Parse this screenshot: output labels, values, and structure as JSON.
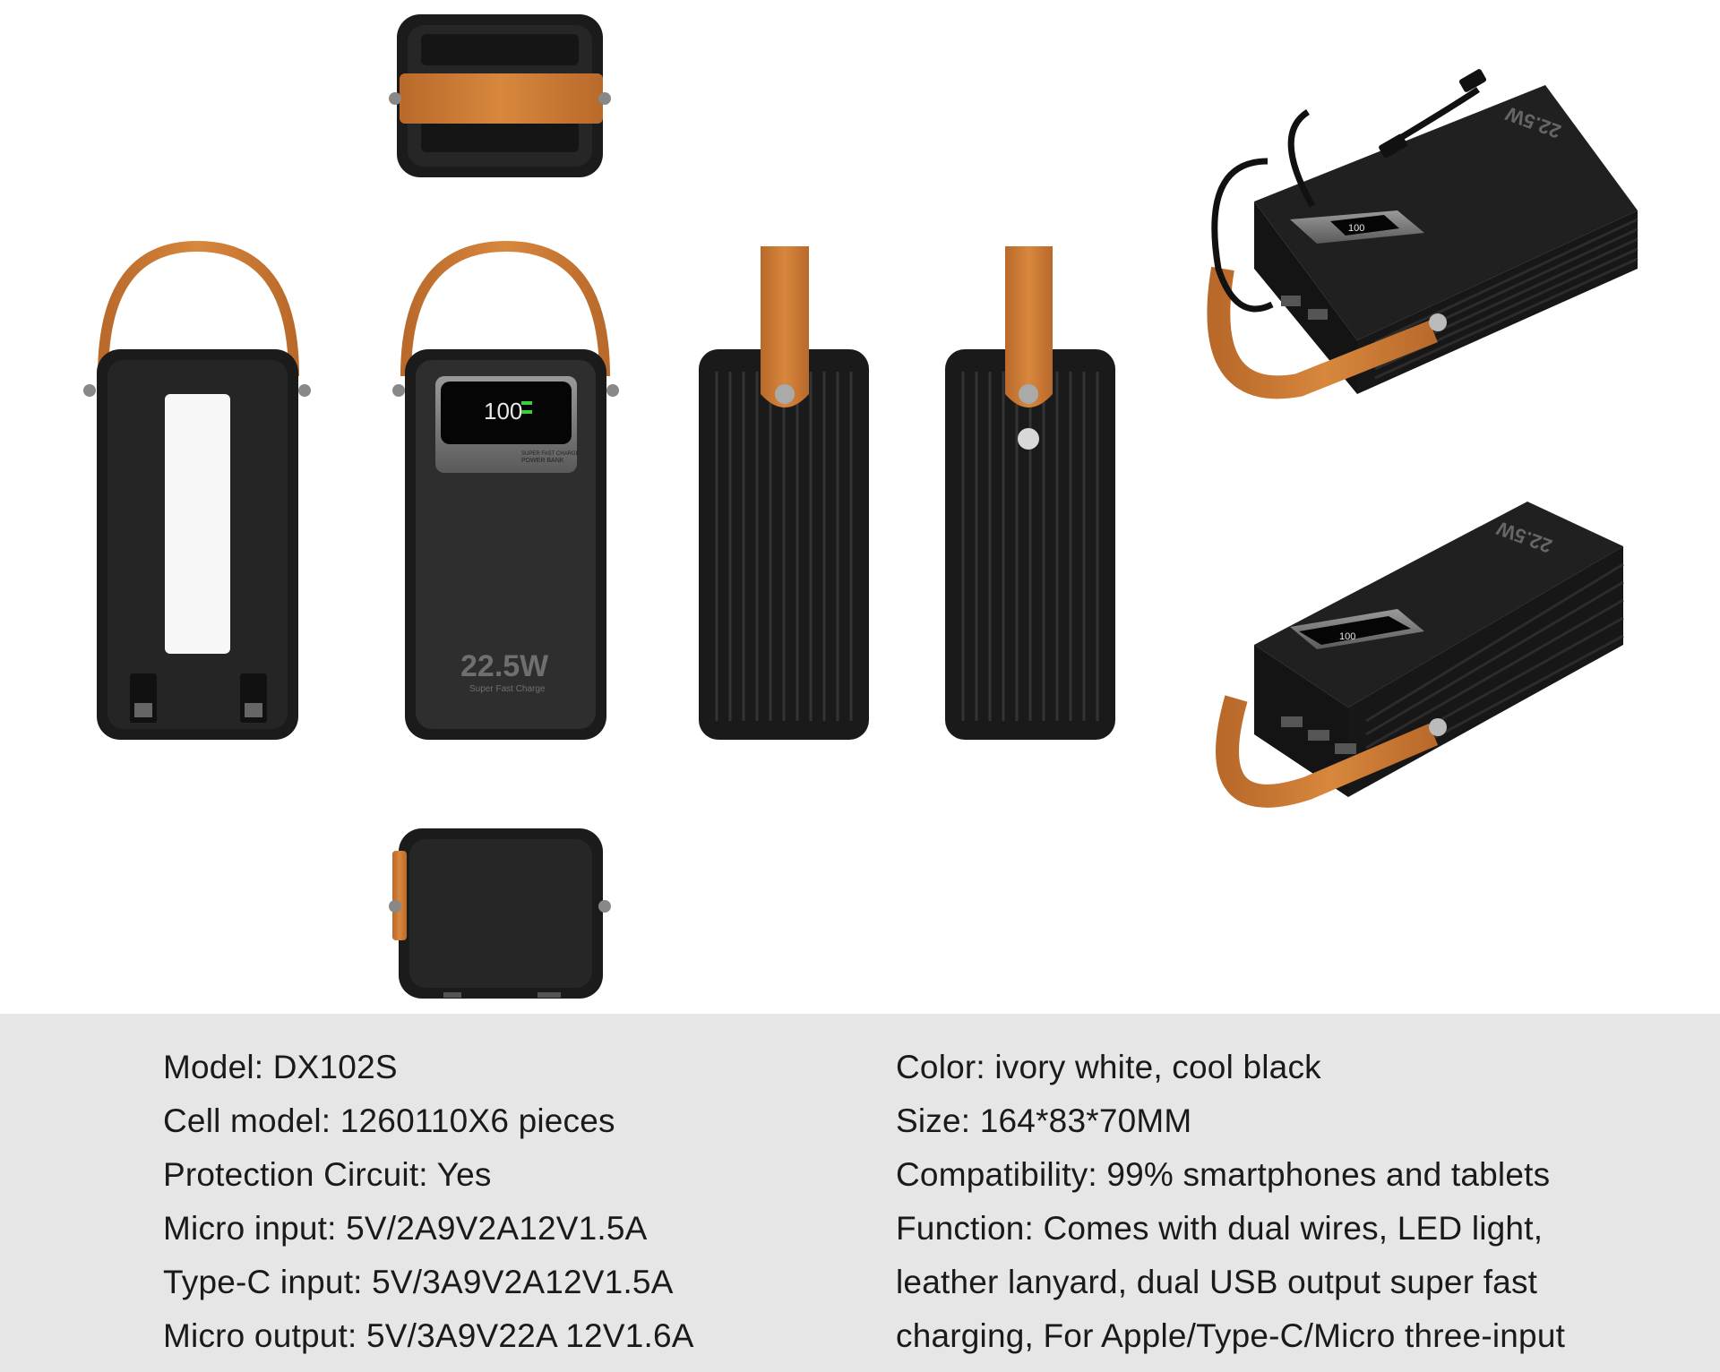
{
  "product": {
    "screen_reading": "100",
    "front_label_power": "22.5W",
    "front_label_tagline": "Super Fast Charge",
    "screen_panel_line1": "SUPER FAST CHARGE",
    "screen_panel_line2": "POWER BANK",
    "colors": {
      "body": "#1c1c1c",
      "strap": "#c8782e",
      "light_panel": "#f7f7f7",
      "display": "#050505"
    }
  },
  "specs": {
    "left": [
      "Model: DX102S",
      "Cell model: 1260110X6 pieces",
      "Protection Circuit: Yes",
      "Micro input: 5V/2A9V2A12V1.5A",
      "Type-C input: 5V/3A9V2A12V1.5A",
      "Micro output: 5V/3A9V22A 12V1.6A"
    ],
    "right": [
      "Color: ivory white, cool black",
      "Size: 164*83*70MM",
      "Compatibility: 99% smartphones and tablets",
      "Function: Comes with dual wires, LED light,",
      "leather lanyard, dual USB output super fast",
      "charging, For Apple/Type-C/Micro three-input"
    ]
  }
}
